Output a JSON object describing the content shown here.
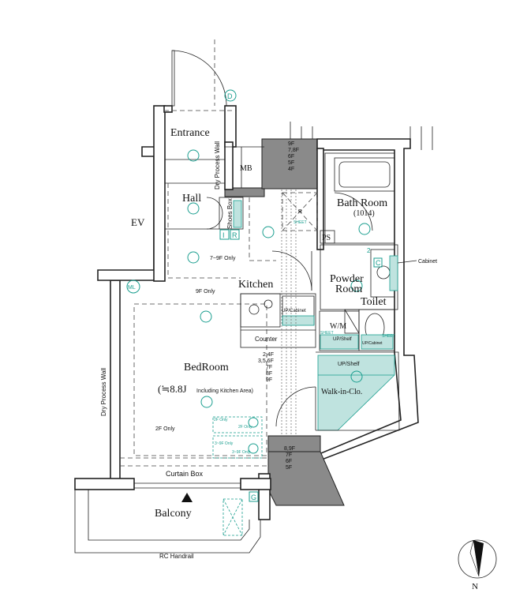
{
  "rooms": {
    "entrance": "Entrance",
    "hall": "Hall",
    "ev": "EV",
    "mb": "MB",
    "shoes_box": "Shoes Box",
    "bath_room": "Bath Room",
    "bath_size": "(1014)",
    "ps": "PS",
    "powder_room_line1": "Powder",
    "powder_room_line2": "Room",
    "toilet": "Toilet",
    "kitchen": "Kitchen",
    "wm": "W/M",
    "bedroom": "BedRoom",
    "bedroom_size": "(≒8.8J",
    "bedroom_size_note": "Including Kitchen Area)",
    "walk_in": "Walk-in-Clo.",
    "balcony": "Balcony"
  },
  "labels": {
    "dry_wall_left": "Dry Process Wall",
    "dry_wall_top": "Dry Process Wall",
    "cabinet": "Cabinet",
    "up_cabinet_kitchen": "UP/Cabinet",
    "up_shelf_powder": "UP/Shelf",
    "up_cabinet_toilet": "UP/Cabinet",
    "up_shelf_walkin": "UP/Shelf",
    "counter": "Counter",
    "curtain_box": "Curtain Box",
    "rc_handrail": "RC Handrail",
    "r_mark": "R",
    "sheet1": "SHEET",
    "sheet2": "SHEET",
    "sheet3": "SHEET",
    "floors_7_9_only": "7~9F Only",
    "floors_9_only": "9F Only",
    "floors_2_only": "2F Only",
    "teal_2f_only_a": "2F Only",
    "teal_2f_only_b": "2F Only",
    "teal_3_9f_only_a": "3~9F Only",
    "teal_3_9f_only_b": "3~9F Only",
    "north": "N"
  },
  "floor_lists": {
    "mb_stack": [
      "9F",
      "7,8F",
      "6F",
      "5F",
      "4F"
    ],
    "kitchen_stack": [
      "2,4F",
      "3,5,6F",
      "7F",
      "8F",
      "9F"
    ],
    "lower_stack": [
      "8,9F",
      "7F",
      "6F",
      "5F"
    ]
  },
  "symbols": {
    "d": "D",
    "i": "I",
    "r": "R",
    "ml": "ML",
    "c": "C",
    "g": "G",
    "two": "2"
  }
}
